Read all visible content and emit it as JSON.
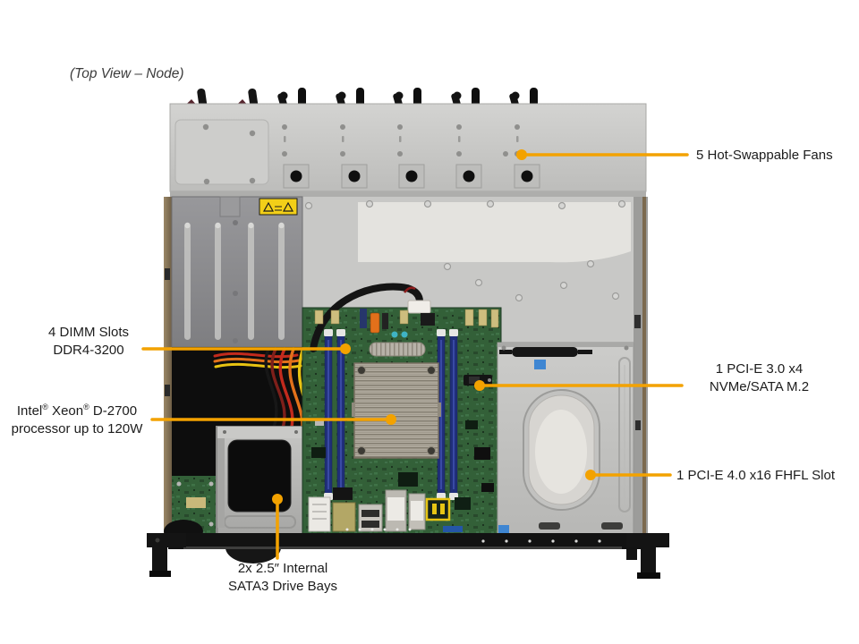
{
  "title": "(Top View – Node)",
  "colors": {
    "accent": "#F3A200",
    "pcb_green": "#336038",
    "dimm_blue": "#202F7A",
    "chassis_gray": "#C8C8C6",
    "warning_yellow": "#F2CF18"
  },
  "callouts": {
    "fans": {
      "label": "5 Hot-Swappable Fans"
    },
    "dimm": {
      "line1": "4 DIMM Slots",
      "line2": "DDR4-3200"
    },
    "cpu": {
      "brand": "Intel",
      "reg1": "®",
      "series": " Xeon",
      "reg2": "®",
      "model": " D-2700",
      "line2": "processor up to 120W"
    },
    "m2": {
      "line1": "1 PCI-E 3.0 x4",
      "line2": "NVMe/SATA M.2"
    },
    "pcie": {
      "label": "1 PCI-E 4.0 x16 FHFL Slot"
    },
    "drive_bays": {
      "line1": "2x 2.5″ Internal",
      "line2": "SATA3 Drive Bays"
    }
  },
  "components": [
    "power-supply-handles",
    "hot-swappable-fan-handles",
    "fan-bay-cover",
    "expansion-slot-cover",
    "warning-label",
    "psu-cables",
    "drive-cage",
    "motherboard",
    "dimm-slots",
    "cpu-heatsink",
    "m2-slot",
    "pcie-fhfl-bracket",
    "rear-io-ports",
    "chassis-front-edge"
  ]
}
